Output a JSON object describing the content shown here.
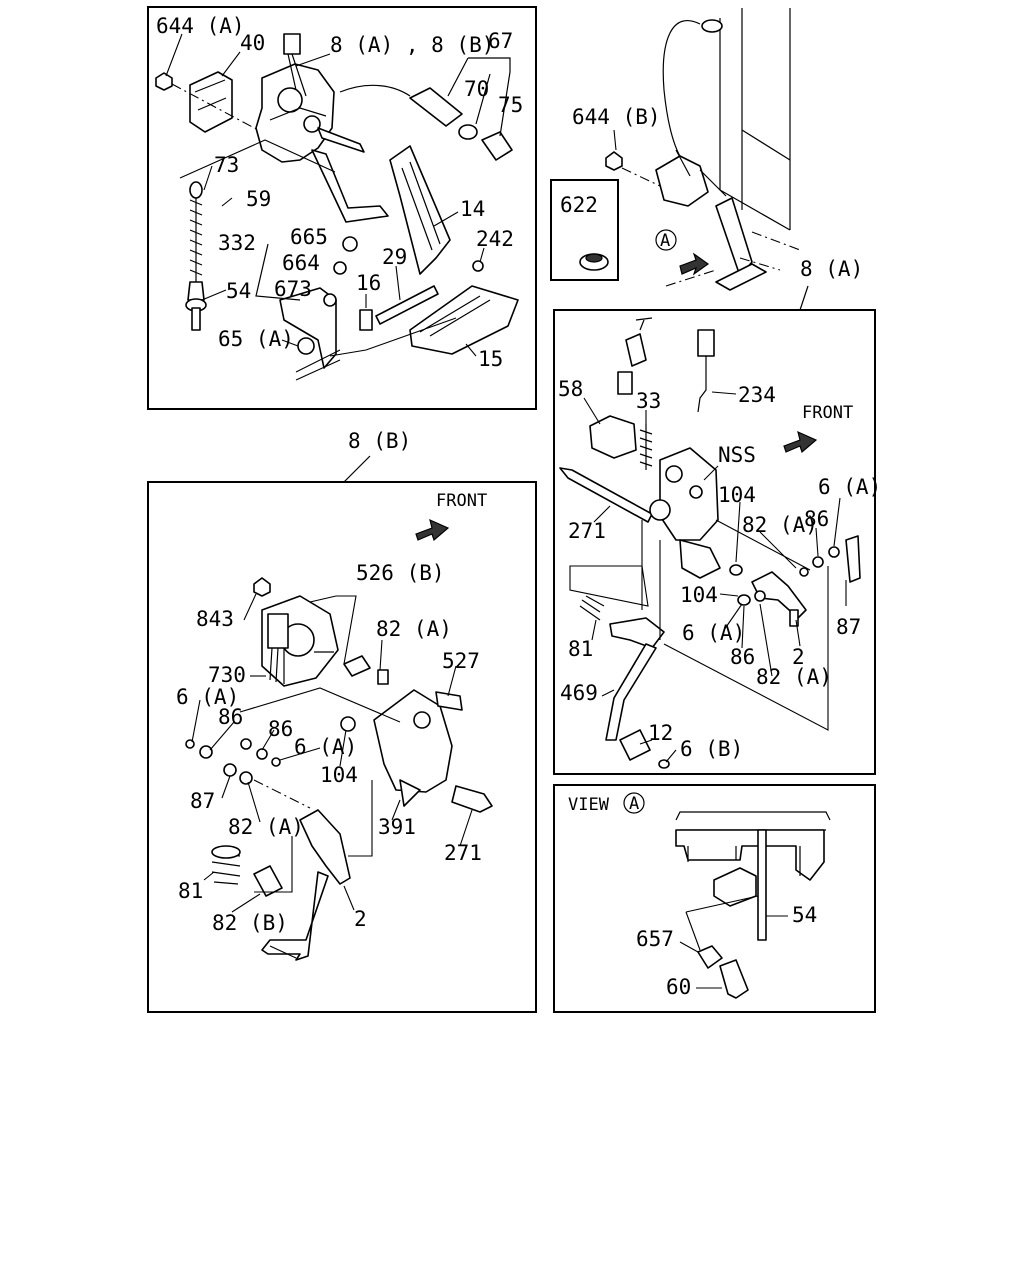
{
  "views": {
    "main": {
      "labels": [
        "644 (A)",
        "40",
        "8 (A) , 8 (B)",
        "67",
        "70",
        "75",
        "73",
        "59",
        "14",
        "332",
        "665",
        "664",
        "242",
        "29",
        "673",
        "16",
        "54",
        "65 (A)",
        "15"
      ]
    },
    "overview": {
      "labels": [
        "644 (B)",
        "8 (A)"
      ],
      "marker": "A"
    },
    "grommet": {
      "labels": [
        "622"
      ]
    },
    "detail_8a": {
      "front": "FRONT",
      "labels": [
        "58",
        "234",
        "33",
        "NSS",
        "271",
        "104",
        "82 (A)",
        "86",
        "6 (A)",
        "104",
        "6 (A)",
        "86",
        "2",
        "87",
        "81",
        "82 (A)",
        "469",
        "12",
        "6 (B)"
      ]
    },
    "detail_8b": {
      "title": "8 (B)",
      "front": "FRONT",
      "labels": [
        "526 (B)",
        "843",
        "82 (A)",
        "527",
        "730",
        "6 (A)",
        "86",
        "86",
        "6 (A)",
        "104",
        "87",
        "391",
        "82 (A)",
        "271",
        "81",
        "2",
        "82 (B)"
      ]
    },
    "view_a": {
      "title": "VIEW",
      "marker": "A",
      "labels": [
        "54",
        "657",
        "60"
      ]
    }
  }
}
